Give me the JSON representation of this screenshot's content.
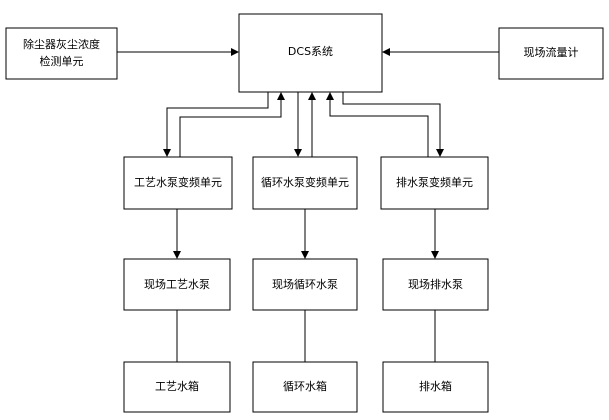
{
  "nodes": {
    "dust_monitor": {
      "line1": "除尘器灰尘浓度",
      "line2": "检测单元"
    },
    "dcs": {
      "label": "DCS系统"
    },
    "flowmeter": {
      "label": "现场流量计"
    },
    "process_vfd": {
      "label": "工艺水泵变频单元"
    },
    "circulation_vfd": {
      "label": "循环水泵变频单元"
    },
    "drain_vfd": {
      "label": "排水泵变频单元"
    },
    "process_pump": {
      "label": "现场工艺水泵"
    },
    "circulation_pump": {
      "label": "现场循环水泵"
    },
    "drain_pump": {
      "label": "现场排水泵"
    },
    "process_tank": {
      "label": "工艺水箱"
    },
    "circulation_tank": {
      "label": "循环水箱"
    },
    "drain_tank": {
      "label": "排水箱"
    }
  },
  "colors": {
    "stroke": "#000000",
    "background": "#ffffff"
  }
}
